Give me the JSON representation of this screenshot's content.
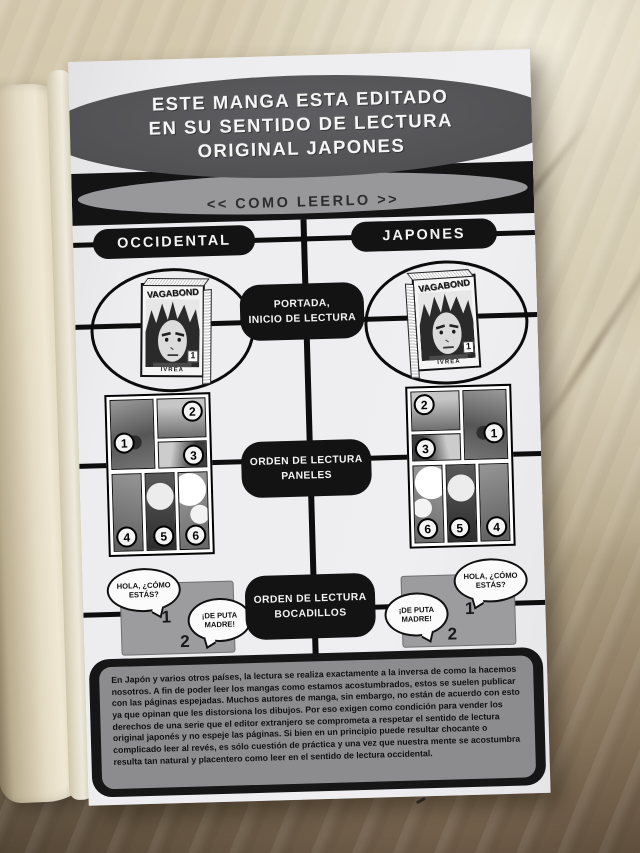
{
  "page": {
    "banner_line1": "ESTE MANGA ESTA EDITADO",
    "banner_line2": "EN SU SENTIDO DE LECTURA",
    "banner_line3": "ORIGINAL JAPONES",
    "section_title": "<< COMO LEERLO >>",
    "col_left": "OCCIDENTAL",
    "col_right": "JAPONES",
    "rows": [
      {
        "l1": "PORTADA,",
        "l2": "INICIO DE LECTURA"
      },
      {
        "l1": "ORDEN DE LECTURA",
        "l2": "PANELES"
      },
      {
        "l1": "ORDEN DE LECTURA",
        "l2": "BOCADILLOS"
      }
    ],
    "book": {
      "title": "VAGABOND",
      "volume": "1",
      "publisher": "IVREA"
    },
    "panel_numbers": [
      "1",
      "2",
      "3",
      "4",
      "5",
      "6"
    ],
    "bubble_greeting": "HOLA, ¿CÓMO ESTÁS?",
    "bubble_reply": "¡DE PUTA MADRE!",
    "bubble_num1": "1",
    "bubble_num2": "2",
    "footer": "En Japón y varios otros países, la lectura se realiza exactamente a la inversa de como la hacemos nosotros. A fin de poder leer los mangas como estamos acostumbrados, estos se suelen publicar con las páginas espejadas. Muchos autores de manga, sin embargo, no están de acuerdo con esto ya que opinan que les distorsiona los dibujos. Por eso exigen como condición para vender los derechos de una serie que el editor extranjero se comprometa a respetar el sentido de lectura original japonés y no espeje las páginas. Si bien en un principio puede resultar chocante o complicado leer al revés, es sólo cuestión de práctica y una vez que nuestra mente se acostumbra resulta tan natural y placentero como leer en el sentido de lectura occidental."
  },
  "colors": {
    "page": "#ededef",
    "banner_gray": "#56565a",
    "band_black": "#141415",
    "lens_gray": "#98989b",
    "pill_black": "#131314",
    "bubble_panel_gray": "#9c9c9f",
    "footer_gray": "#8c8c8e",
    "fabric_beige": "#ccc0a3",
    "fabric_shadow_brown": "#5e4d3b"
  }
}
